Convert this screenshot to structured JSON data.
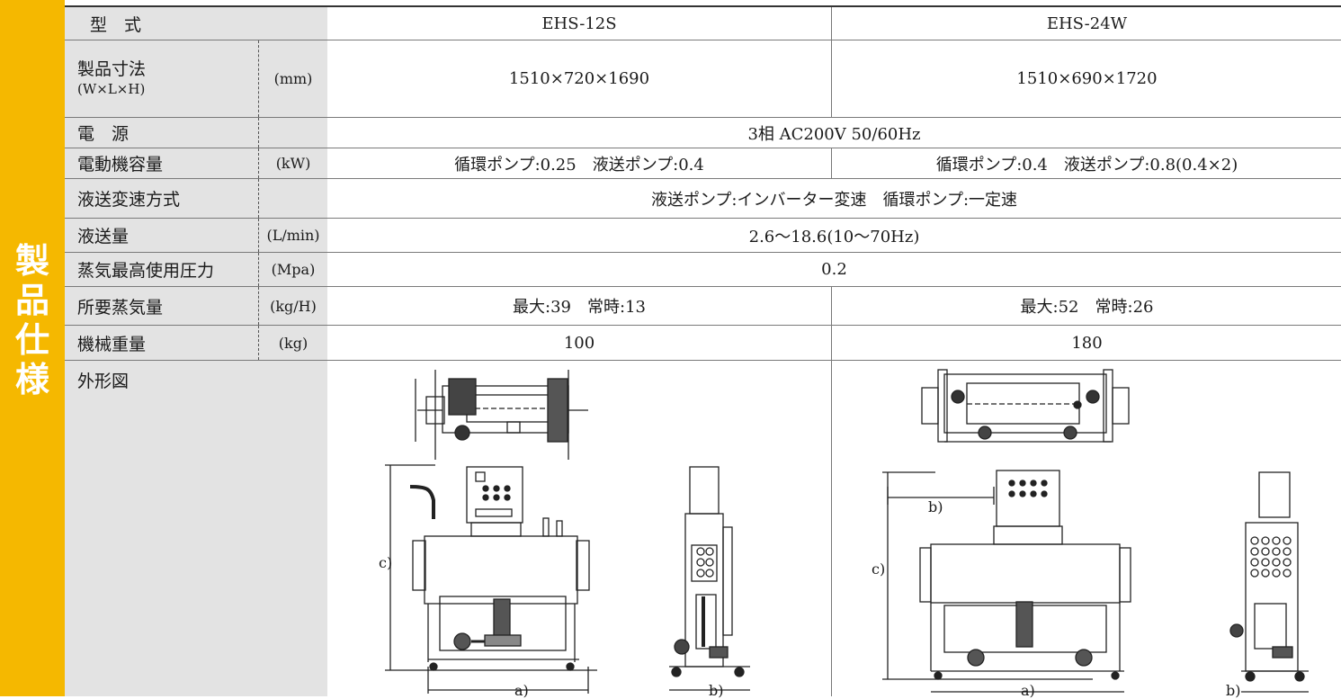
{
  "section_title": [
    "製",
    "品",
    "仕",
    "様"
  ],
  "header": {
    "label": "型　式",
    "model1": "EHS-12S",
    "model2": "EHS-24W"
  },
  "rows": [
    {
      "label": "製品寸法",
      "sublabel": "(W×L×H)",
      "unit": "(mm)",
      "v1": "1510×720×1690",
      "v2": "1510×690×1720"
    },
    {
      "label": "電　源",
      "unit": "",
      "v": "3相 AC200V 50/60Hz"
    },
    {
      "label": "電動機容量",
      "unit": "(kW)",
      "v1": "循環ポンプ:0.25　液送ポンプ:0.4",
      "v2": "循環ポンプ:0.4　液送ポンプ:0.8(0.4×2)"
    },
    {
      "label": "液送変速方式",
      "unit": "",
      "v": "液送ポンプ:インバーター変速　循環ポンプ:一定速"
    },
    {
      "label": "液送量",
      "unit": "(L/min)",
      "v": "2.6〜18.6(10〜70Hz)"
    },
    {
      "label": "蒸気最高使用圧力",
      "unit": "(Mpa)",
      "v": "0.2"
    },
    {
      "label": "所要蒸気量",
      "unit": "(kg/H)",
      "v1": "最大:39　常時:13",
      "v2": "最大:52　常時:26"
    },
    {
      "label": "機械重量",
      "unit": "(kg)",
      "v1": "100",
      "v2": "180"
    }
  ],
  "drawings": {
    "label": "外形図",
    "dim_a": "a)",
    "dim_b": "b)",
    "dim_c": "c)"
  },
  "colors": {
    "accent": "#f5b800",
    "label_bg": "#e3e3e3"
  }
}
